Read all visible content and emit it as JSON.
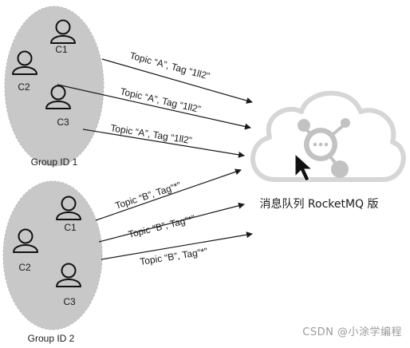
{
  "groups": [
    {
      "label": "Group ID 1",
      "consumers": [
        "C1",
        "C2",
        "C3"
      ],
      "topics": [
        "Topic “A”, Tag “1ll2”",
        "Topic “A”, Tag “1ll2”",
        "Topic “A”, Tag “1ll2”"
      ]
    },
    {
      "label": "Group ID 2",
      "consumers": [
        "C1",
        "C2",
        "C3"
      ],
      "topics": [
        "Topic “B”, Tag“*”",
        "Topic “B”, Tag“*”",
        "Topic “B”, Tag“*”"
      ]
    }
  ],
  "cloud": {
    "label": "消息队列 RocketMQ 版"
  },
  "watermark": "CSDN @小涂学编程",
  "colors": {
    "ellipse": "#c8c8c8",
    "cloud_stroke": "#d6d6d6",
    "icon": "#c2c2c2",
    "arrow": "#1a1a1a"
  }
}
